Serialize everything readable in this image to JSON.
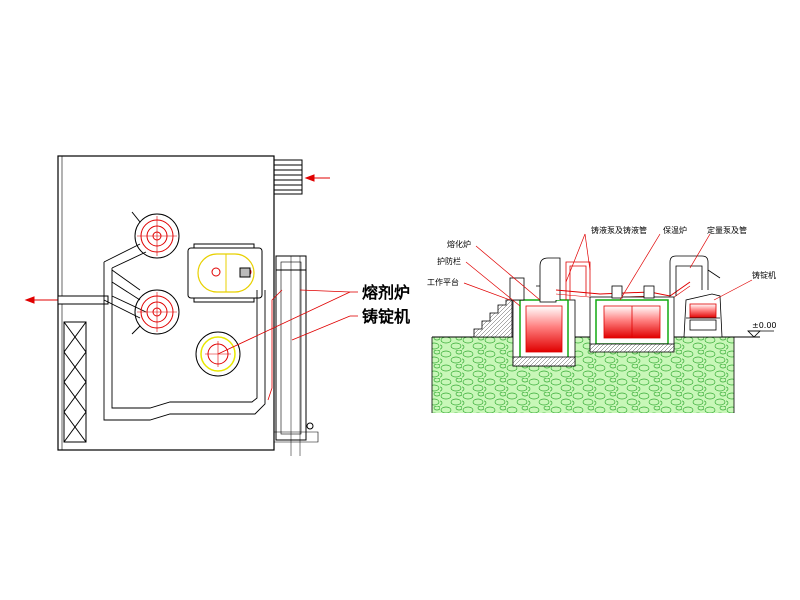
{
  "plan_view": {
    "label_flux_furnace": "熔剂炉",
    "label_ingot_machine": "铸锭机"
  },
  "section_view": {
    "label_melting_furnace": "熔化炉",
    "label_guard_rail": "护防栏",
    "label_work_platform": "工作平台",
    "label_pump_pipe": "铸液泵及铸液管",
    "label_holding_furnace": "保温炉",
    "label_metering_pump": "定量泵及管",
    "label_ingot_machine": "铸锭机",
    "label_level": "±0.00"
  },
  "colors": {
    "line": "#000000",
    "red": "#e00000",
    "green": "#11aa11",
    "yellow": "#e8e800",
    "ground": "#b8f5a8"
  }
}
